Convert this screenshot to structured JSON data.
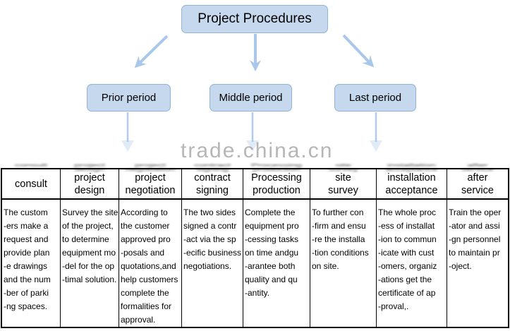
{
  "title": "Project Procedures",
  "periods": [
    {
      "label": "Prior period"
    },
    {
      "label": "Middle period"
    },
    {
      "label": "Last period"
    }
  ],
  "watermark": "trade.china.cn",
  "table": {
    "columns": [
      {
        "header": "consult",
        "body": "The custom\n-ers make a\nrequest and\nprovide plan\n-e drawings\nand the num\n-ber of parki\n-ng spaces."
      },
      {
        "header": "project\ndesign",
        "body": "Survey the site\nof the project,\nto determine\nequipment mo\n-del for the op\n-timal solution."
      },
      {
        "header": "project\nnegotiation",
        "body": "According to\nthe customer\napproved pro\n-posals and\nquotations,and\nhelp customers\ncomplete the\nformalities for\napproval."
      },
      {
        "header": "contract\nsigning",
        "body": "The two sides\nsigned a contr\n-act via the sp\n-ecific business\nnegotiations."
      },
      {
        "header": "Processing\nproduction",
        "body": "Complete the\nequipment pro\n-cessing tasks\non time andgu\n-arantee both\nquality and qu\n-antity."
      },
      {
        "header": "site\nsurvey",
        "body": "To further con\n-firm and ensu\n-re the installa\n-tion conditions\non site."
      },
      {
        "header": "installation\nacceptance",
        "body": "The whole proc\n-ess of installat\n-ion to commun\n-icate with cust\n-omers, organiz\n-ations get the\ncertificate of ap\n-proval,."
      },
      {
        "header": "after\nservice",
        "body": "Train the oper\n-ator and assi\n-gn personnel\nto maintain pr\n-oject."
      }
    ]
  },
  "colors": {
    "node-fill": "#c5d8ee",
    "node-border": "#8fb3d9",
    "arrow": "#a9c7e8",
    "table-border": "#000000",
    "watermark-color": "#8a8a8a"
  }
}
